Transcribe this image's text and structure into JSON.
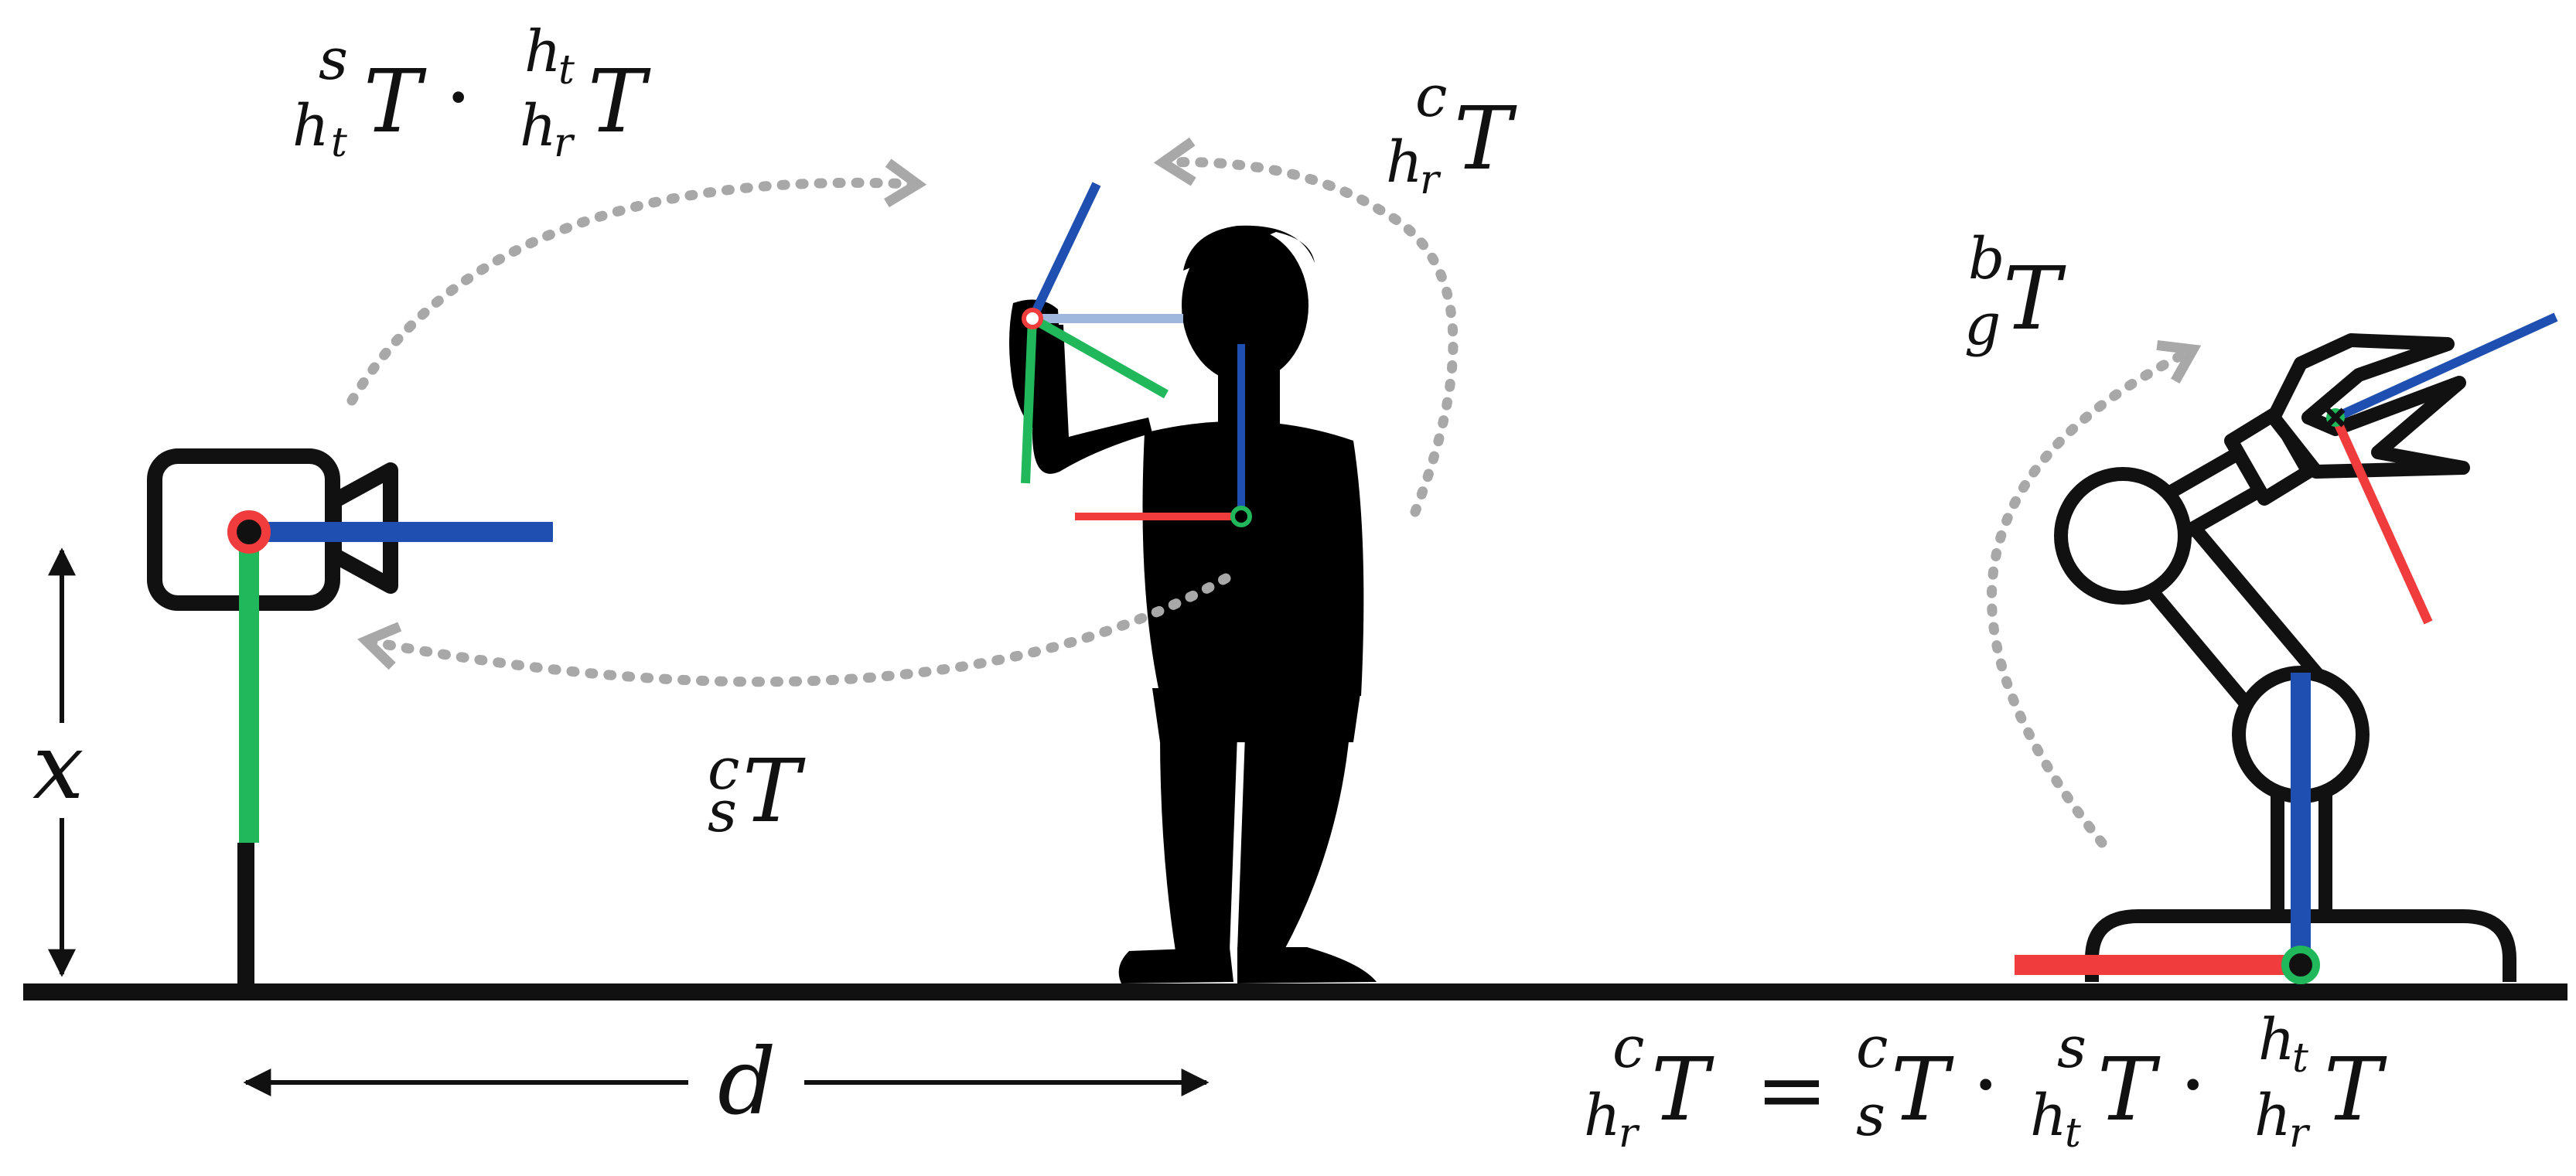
{
  "labels": {
    "height": "x",
    "distance": "d",
    "symbol": "T",
    "dot": "·",
    "equals": "="
  },
  "transforms": {
    "screen_to_robot": {
      "sup_s": "s",
      "sub_h": "h",
      "sub_t": "t",
      "sup_h": "h",
      "sup_t": "t",
      "sub_r": "r"
    },
    "camera_to_robot": {
      "sup": "c",
      "sub_h": "h",
      "sub_r": "r"
    },
    "screen_to_camera": {
      "sup": "c",
      "sub": "s"
    },
    "gripper_to_base": {
      "sup": "b",
      "sub": "g"
    },
    "equation": {
      "lhs_sup": "c",
      "lhs_sub_h": "h",
      "lhs_sub_r": "r",
      "a_sup": "c",
      "a_sub": "s",
      "b_sup": "s",
      "b_sub_h": "h",
      "b_sub_t": "t",
      "c_sup_h": "h",
      "c_sup_t": "t",
      "c_sub_h": "h",
      "c_sub_r": "r"
    }
  },
  "colors": {
    "x_axis": "#f03c3c",
    "y_axis": "#20b85a",
    "z_axis": "#1f4fb0",
    "z_axis_light": "#9fb6dd",
    "outline": "#111111",
    "arrow": "#a8a8a8"
  }
}
